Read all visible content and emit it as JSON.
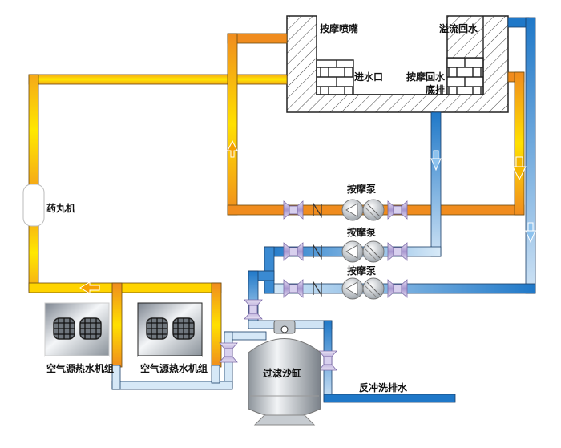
{
  "title": "泳池循环过滤及加热系统示意图",
  "pool": {
    "labels": {
      "massage_nozzle": "按摩喷嘴",
      "overflow_return": "溢流回水",
      "water_inlet": "进水口",
      "massage_return": "按摩回水",
      "bottom_drain": "底排"
    }
  },
  "equipment": {
    "chlorinator": "药丸机",
    "pumps": [
      "按摩泵",
      "按摩泵",
      "按摩泵"
    ],
    "heat_pumps": [
      "空气源热水机组",
      "空气源热水机组"
    ],
    "sand_filter": "过滤沙缸",
    "backwash": "反冲洗排水"
  },
  "colors": {
    "hot_orange": "#f08c1e",
    "hot_yellow": "#ffd400",
    "cold_blue": "#1f78c8",
    "cold_light": "#d6e8f7",
    "valve": "#b9a9d8",
    "wall_hatch": "#333333"
  },
  "legend_icons": {
    "flow_arrow": "arrow-icon",
    "valve": "valve-icon",
    "check_valve": "check-valve-icon",
    "pump": "pump-icon",
    "fan_grille": "fan-icon"
  }
}
